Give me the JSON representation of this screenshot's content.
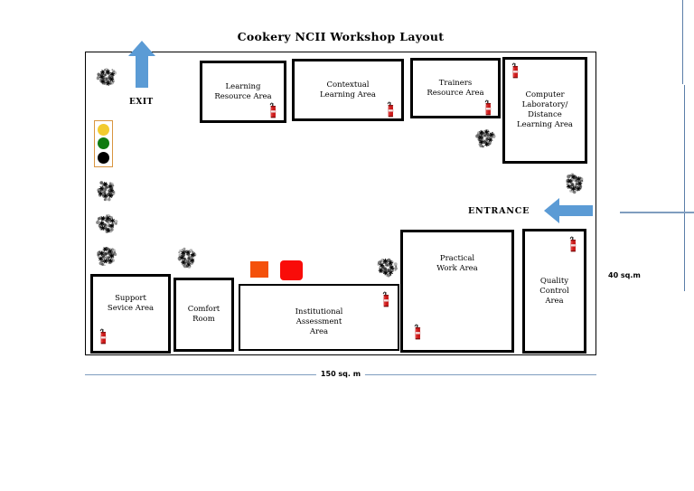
{
  "document": {
    "title": "Cookery NCII Workshop Layout"
  },
  "plan": {
    "rooms": [
      {
        "id": "learning-resource-area",
        "label": "Learning\nResource Area"
      },
      {
        "id": "contextual-learning-area",
        "label": "Contextual\nLearning Area"
      },
      {
        "id": "trainers-resource-area",
        "label": "Trainers\nResource Area"
      },
      {
        "id": "computer-laboratory-distance-learning-area",
        "label": "Computer\nLaboratory/\nDistance\nLearning Area"
      },
      {
        "id": "support-sevice-area",
        "label": "Support\nSevice Area"
      },
      {
        "id": "comfort-room",
        "label": "Comfort\nRoom"
      },
      {
        "id": "institutional-assessment-area",
        "label": "Institutional\nAssessment\nArea"
      },
      {
        "id": "practical-work-area",
        "label": "Practical\nWork Area"
      },
      {
        "id": "quality-control-area",
        "label": "Quality\nControl\nArea"
      }
    ],
    "exit": {
      "label": "EXIT",
      "icon": "arrow-up-icon"
    },
    "entrance": {
      "label": "ENTRANCE",
      "icon": "arrow-left-icon"
    },
    "traffic_light": {
      "name": "traffic-light-icon",
      "lamps": [
        {
          "name": "lamp-yellow",
          "color": "#f2cb2e"
        },
        {
          "name": "lamp-green",
          "color": "#107b10"
        },
        {
          "name": "lamp-black",
          "color": "#000000"
        }
      ],
      "border_color": "#d9953f"
    },
    "equipment": [
      {
        "name": "equipment-block-orange",
        "color": "#f4510b"
      },
      {
        "name": "equipment-block-red",
        "color": "#f90c09"
      }
    ],
    "fire_extinguisher_icon": "fire-extinguisher-icon",
    "plant_icon": "plant-cluster-icon",
    "fire_extinguisher_count": 8,
    "plant_count": 8
  },
  "dimensions": {
    "width_label": "150 sq. m",
    "height_label": "40 sq.m"
  },
  "colors": {
    "arrow_blue": "#5b9bd5",
    "dimension_line": "#7f9dbf",
    "extinguisher_red": "#cc1b1b",
    "room_outline": "#000000"
  }
}
